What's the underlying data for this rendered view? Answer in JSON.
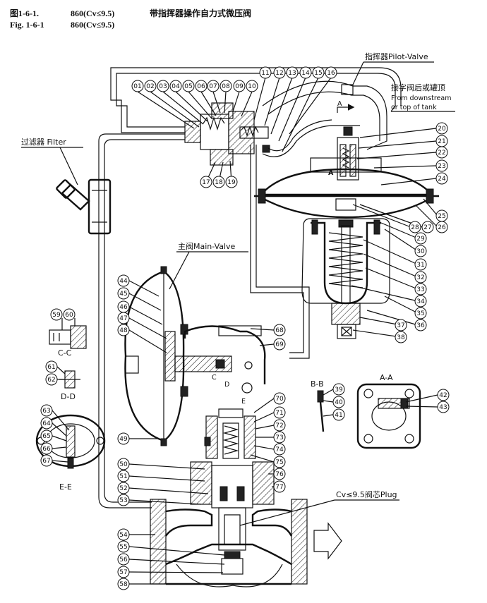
{
  "header": {
    "fig_cn": "图1-6-1.",
    "model_cn": "860(Cv≤9.5)",
    "title_cn": "带指挥器操作自力式微压阀",
    "fig_en": "Fig. 1-6-1",
    "model_en": "860(Cv≤9.5)"
  },
  "labels": {
    "pilot_valve": "指挥器Pilot-Valve",
    "downstream_cn": "接字阀后或罐顶",
    "downstream_en1": "From downstream",
    "downstream_en2": "or top of tank",
    "filter": "过滤器 Filter",
    "main_valve": "主阀Main-Valve",
    "plug": "Cv≤9.5阀芯Plug",
    "section_cc": "C-C",
    "section_dd": "D-D",
    "section_ee": "E-E",
    "section_bb": "B-B",
    "section_aa": "A-A",
    "mark_a": "A",
    "mark_c": "C",
    "mark_d": "D",
    "mark_e": "E"
  },
  "parts": [
    "01",
    "02",
    "03",
    "04",
    "05",
    "06",
    "07",
    "08",
    "09",
    "10",
    "11",
    "12",
    "13",
    "14",
    "15",
    "16",
    "17",
    "18",
    "19",
    "20",
    "21",
    "22",
    "23",
    "24",
    "25",
    "26",
    "27",
    "28",
    "29",
    "30",
    "31",
    "32",
    "33",
    "34",
    "35",
    "36",
    "37",
    "38",
    "39",
    "40",
    "41",
    "42",
    "43",
    "44",
    "45",
    "46",
    "47",
    "48",
    "49",
    "50",
    "51",
    "52",
    "53",
    "54",
    "55",
    "56",
    "57",
    "58",
    "59",
    "60",
    "61",
    "62",
    "63",
    "64",
    "65",
    "66",
    "67",
    "68",
    "69",
    "70",
    "71",
    "72",
    "73",
    "74",
    "75",
    "76",
    "77"
  ],
  "colors": {
    "ink": "#111111",
    "paper": "#ffffff"
  }
}
